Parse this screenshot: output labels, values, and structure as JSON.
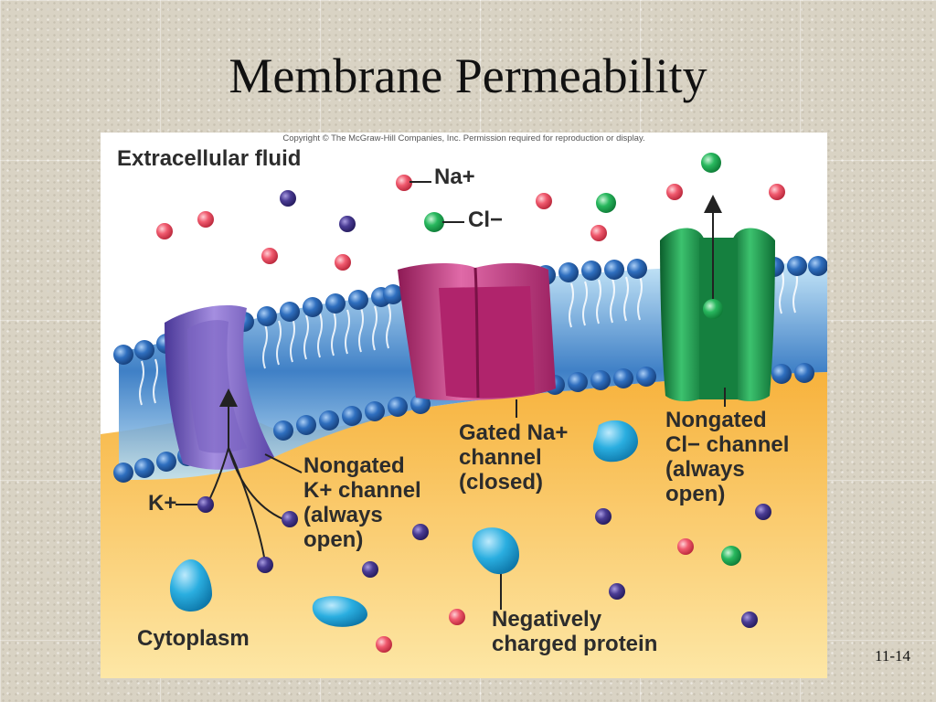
{
  "slide": {
    "title": "Membrane Permeability",
    "page_number": "11-14"
  },
  "figure": {
    "copyright": "Copyright © The McGraw-Hill Companies, Inc. Permission required for reproduction or display.",
    "regions": {
      "extracellular": "Extracellular fluid",
      "cytoplasm": "Cytoplasm"
    },
    "legend": {
      "na": "Na+",
      "cl": "Cl−",
      "k": "K+"
    },
    "labels": {
      "k_channel": "Nongated\nK+ channel\n(always\nopen)",
      "na_channel": "Gated Na+\nchannel\n(closed)",
      "cl_channel": "Nongated\nCl− channel\n(always\nopen)",
      "protein": "Negatively\ncharged protein"
    },
    "colors": {
      "na_ion": "#f05a6e",
      "cl_ion": "#22b35a",
      "k_ion": "#4a3c94",
      "protein": "#2aaee0",
      "k_channel": "#8a6cc8",
      "na_channel": "#c42f7a",
      "cl_channel": "#1a8a46",
      "cytoplasm": "#f6b84a",
      "phospholipid_head": "#2f6fbf"
    }
  }
}
